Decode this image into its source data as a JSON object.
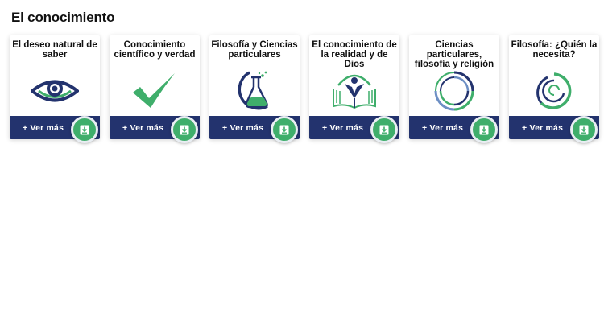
{
  "page": {
    "title": "El conocimiento"
  },
  "colors": {
    "navy": "#23336e",
    "green": "#3fae6b"
  },
  "cards": [
    {
      "title": "El deseo natural de saber",
      "icon": "eye-icon",
      "link_label": "+ Ver más",
      "download_icon": "download-icon"
    },
    {
      "title": "Conocimiento científico y verdad",
      "icon": "checkmark-icon",
      "link_label": "+ Ver más",
      "download_icon": "download-icon"
    },
    {
      "title": "Filosofía y Ciencias particulares",
      "icon": "flask-icon",
      "link_label": "+ Ver más",
      "download_icon": "download-icon"
    },
    {
      "title": "El conocimiento de la realidad y de Dios",
      "icon": "book-person-icon",
      "link_label": "+ Ver más",
      "download_icon": "download-icon"
    },
    {
      "title": "Ciencias particulares, filosofía y religión",
      "icon": "swirl-icon",
      "link_label": "+ Ver más",
      "download_icon": "download-icon"
    },
    {
      "title": "Filosofía: ¿Quién la necesita?",
      "icon": "spiral-icon",
      "link_label": "+ Ver más",
      "download_icon": "download-icon"
    }
  ]
}
